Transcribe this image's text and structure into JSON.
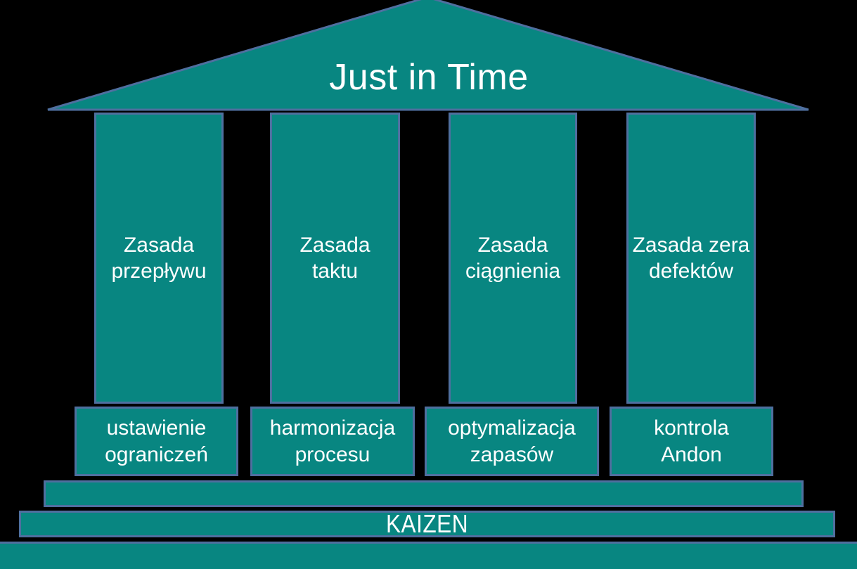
{
  "diagram": {
    "title": "Just in Time",
    "pillars": [
      {
        "label": "Zasada\nprzepływu",
        "base": "ustawienie\nograniczeń"
      },
      {
        "label": "Zasada\ntaktu",
        "base": "harmonizacja\nprocesu"
      },
      {
        "label": "Zasada\nciągnienia",
        "base": "optymalizacja\nzapasów"
      },
      {
        "label": "Zasada zera\ndefektów",
        "base": "kontrola\nAndon"
      }
    ],
    "foundation_bars": [
      {
        "label": ""
      },
      {
        "label": "KAIZEN"
      },
      {
        "label": ""
      }
    ],
    "colors": {
      "shape_fill": "#088681",
      "shape_border": "#4F6F9F",
      "background": "#000000",
      "text": "#FFFFFF"
    }
  }
}
